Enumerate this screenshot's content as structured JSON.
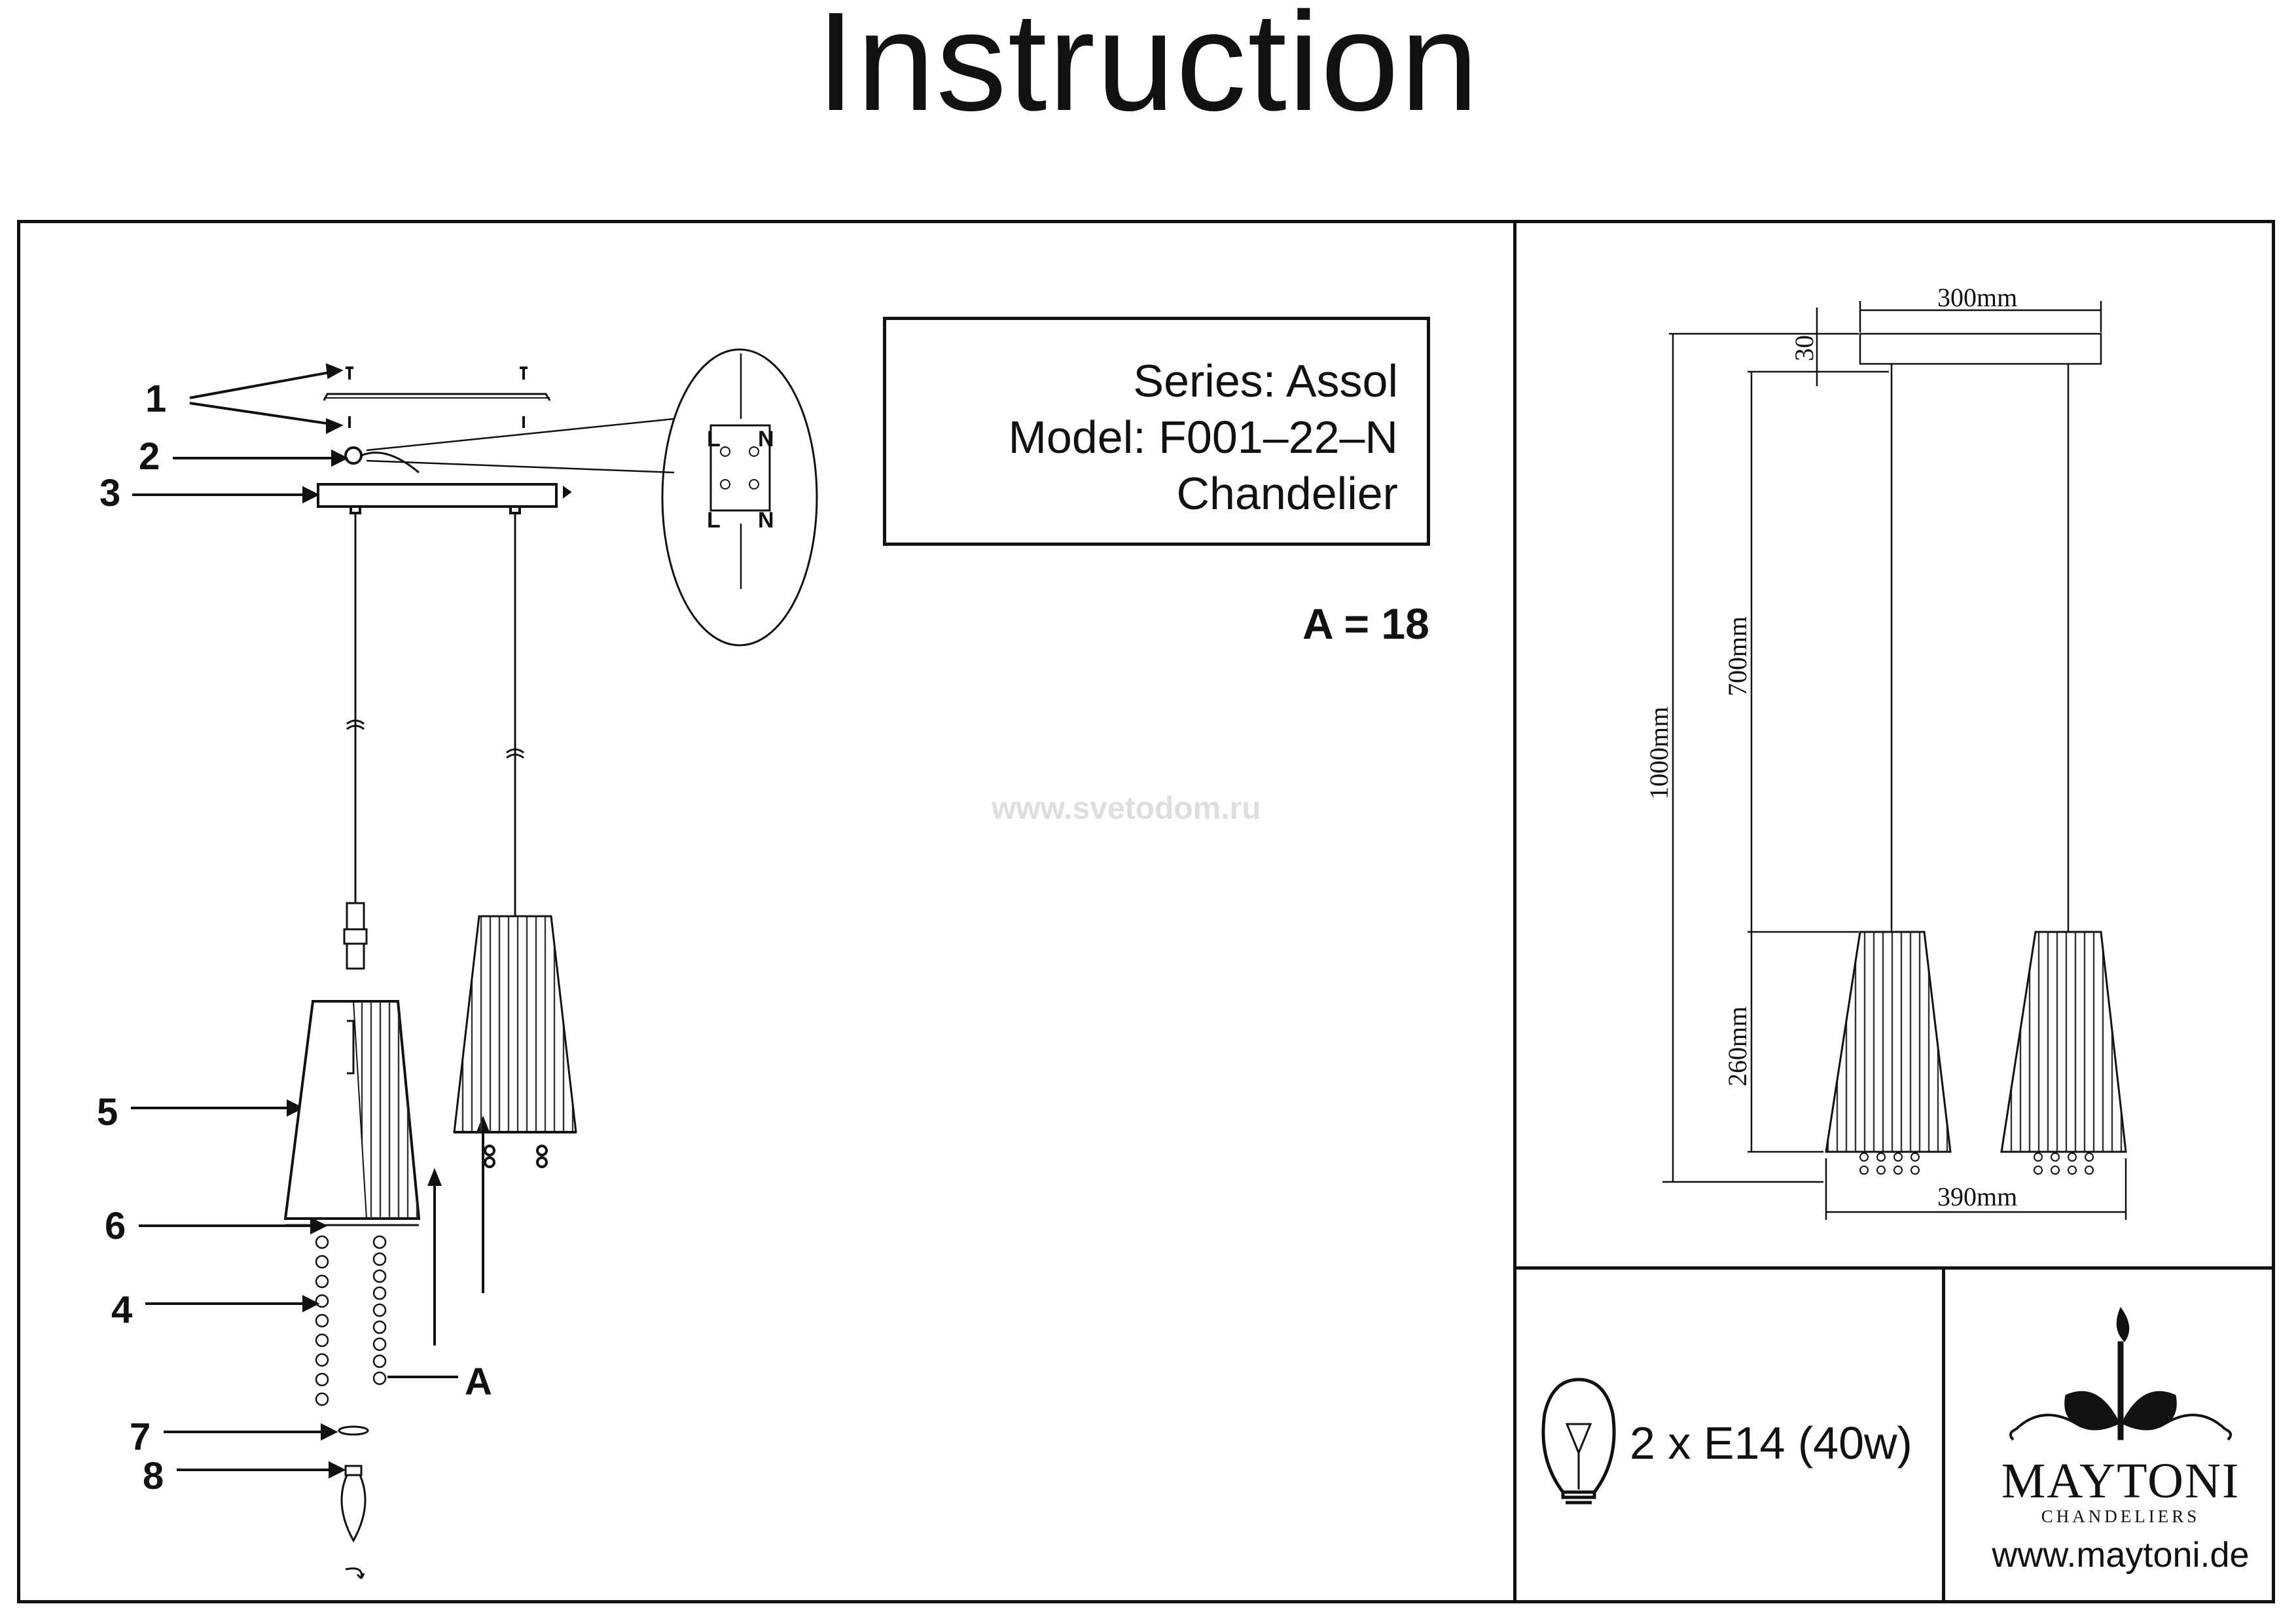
{
  "title": "Instruction",
  "info": {
    "series": "Series: Assol",
    "model": "Model: F001–22–N",
    "type": "Chandelier"
  },
  "quantity_note": "A = 18",
  "part_numbers": [
    "1",
    "2",
    "3",
    "4",
    "5",
    "6",
    "7",
    "8",
    "A"
  ],
  "terminal_labels": [
    "L",
    "N",
    "L",
    "N"
  ],
  "watermark": "www.svetodom.ru",
  "dimensions": {
    "canopy_width": "300mm",
    "canopy_height": "30",
    "total_height": "1000mm",
    "cable_length": "700mm",
    "shade_height": "260mm",
    "overall_width": "390mm"
  },
  "bulb_spec": "2 x E14 (40w)",
  "brand": {
    "name": "MAYTONI",
    "subtitle": "CHANDELIERS",
    "url": "www.maytoni.de"
  },
  "icons": [
    "bulb-icon",
    "maytoni-logo-ornament"
  ]
}
